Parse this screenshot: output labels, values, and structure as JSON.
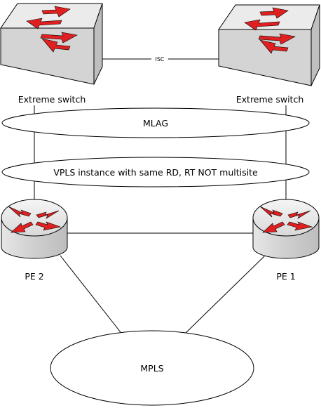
{
  "diagram": {
    "isc_label": "ISC",
    "switch_left_label": "Extreme switch",
    "switch_right_label": "Extreme switch",
    "mlag_label": "MLAG",
    "vpls_label": "VPLS instance with same RD, RT NOT multisite",
    "pe2_label": "PE 2",
    "pe1_label": "PE 1",
    "mpls_label": "MPLS"
  },
  "colors": {
    "device_top": "#e5e5e5",
    "device_side": "#c9c9c9",
    "device_front": "#d7d7d7",
    "arrow": "#e02020",
    "line": "#000000"
  }
}
